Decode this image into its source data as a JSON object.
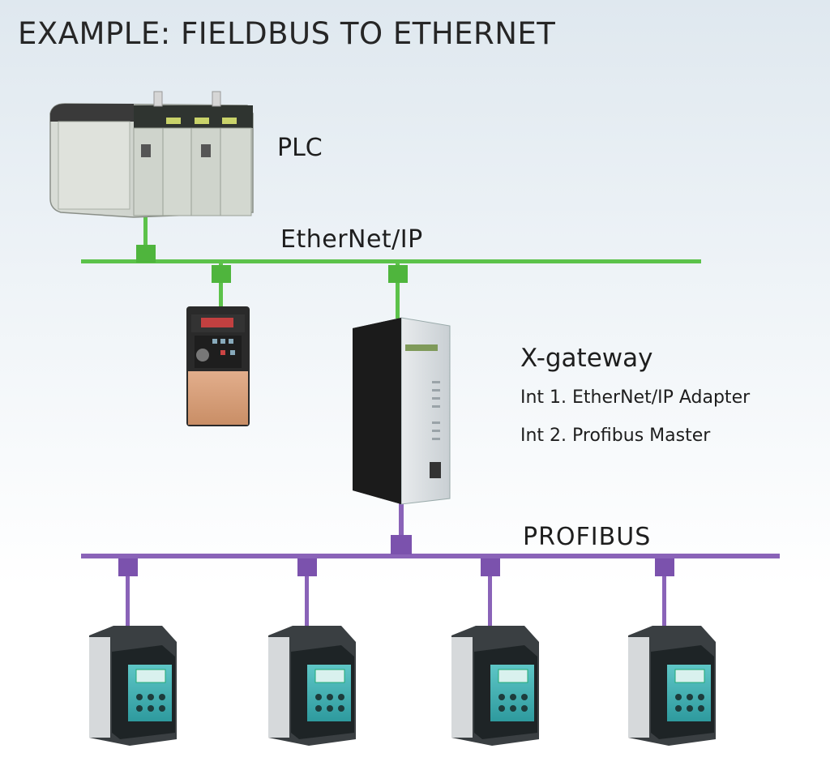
{
  "title": "EXAMPLE:  FIELDBUS TO ETHERNET",
  "nodes": {
    "plc": {
      "label": "PLC",
      "icon": "plc-rack-icon"
    },
    "gateway": {
      "label": "X-gateway",
      "interface_1": "Int 1. EtherNet/IP Adapter",
      "interface_2": "Int 2. Profibus Master",
      "icon": "gateway-device-icon"
    },
    "ethernet_drive": {
      "icon": "ethernet-drive-icon"
    },
    "profibus_drives": [
      {
        "icon": "profibus-drive-icon"
      },
      {
        "icon": "profibus-drive-icon"
      },
      {
        "icon": "profibus-drive-icon"
      },
      {
        "icon": "profibus-drive-icon"
      }
    ]
  },
  "networks": {
    "ethernet": {
      "label": "EtherNet/IP",
      "color": "#5cc24a"
    },
    "profibus": {
      "label": "PROFIBUS",
      "color": "#8a63b8"
    }
  }
}
